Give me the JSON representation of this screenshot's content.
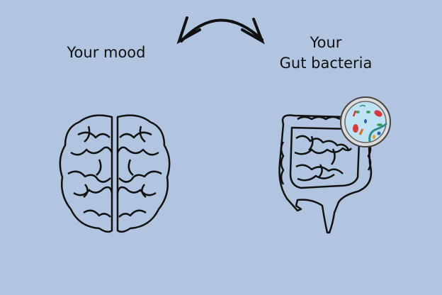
{
  "labels": {
    "mood": "Your mood",
    "gut_line1": "Your",
    "gut_line2": "Gut bacteria"
  },
  "icons": [
    "double-arrow-icon",
    "brain-icon",
    "intestine-icon",
    "bacteria-magnifier-icon"
  ],
  "colors": {
    "background": "#b1c5e0",
    "outline": "#111111",
    "lens_fill": "#bfe3f2"
  }
}
